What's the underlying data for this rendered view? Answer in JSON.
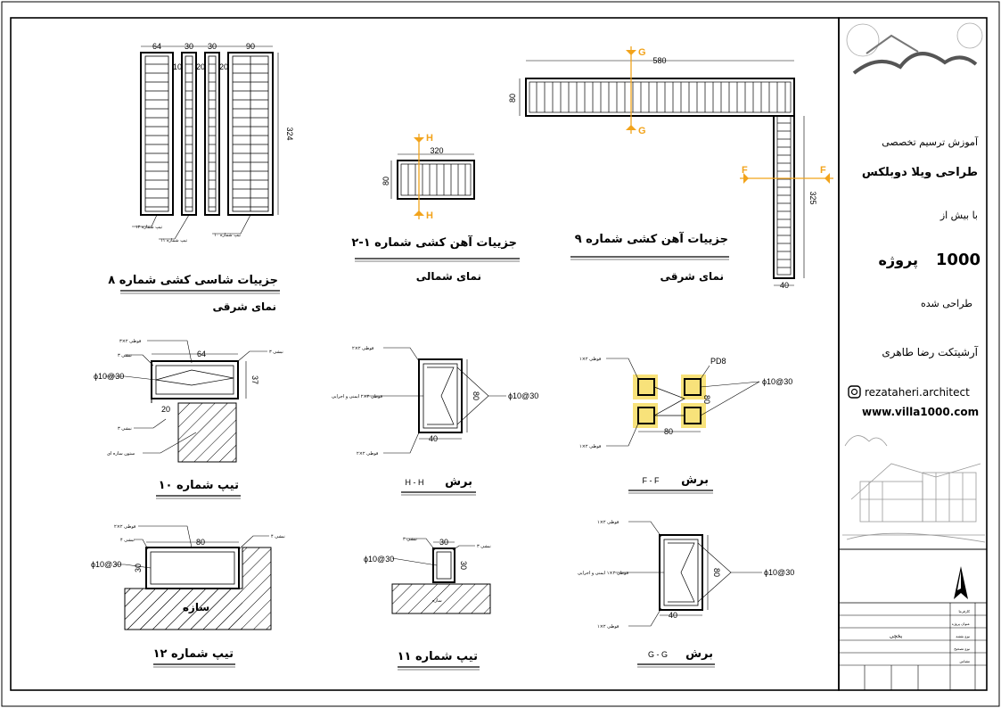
{
  "drawings": {
    "chassis8": {
      "title": "جزییات شاسی کشی شماره ۸",
      "subtitle": "نمای شرقی",
      "dims": [
        "64",
        "30",
        "30",
        "90",
        "324",
        "10",
        "20",
        "20"
      ],
      "labels": [
        "تیپ شماره ۱۲",
        "تیپ شماره ۱۱",
        "تیپ شماره ۱۰"
      ]
    },
    "rebar1_2": {
      "title": "جزییات آهن کشی شماره ۱-۲",
      "subtitle": "نمای شمالی",
      "dims": [
        "320",
        "80"
      ],
      "section": "H"
    },
    "rebar9": {
      "title": "جزییات آهن کشی شماره ۹",
      "subtitle": "نمای شرقی",
      "dims": [
        "580",
        "80",
        "325",
        "40"
      ],
      "sections": [
        "G",
        "F"
      ]
    },
    "tip10": {
      "title": "تیپ شماره ۱۰",
      "dims": [
        "64",
        "37",
        "20"
      ],
      "labels": [
        "قوطی ۲×۳",
        "نبشی ۳",
        "ϕ10@30",
        "نبشی ۳",
        "ستون سازه ای"
      ]
    },
    "secHH": {
      "title": "برش",
      "code": "H - H",
      "dims": [
        "80",
        "40"
      ],
      "labels": [
        "قوطی ۲×۲",
        "قوطی ۲×۲ ایمنی و اجرایی",
        "ϕ10@30",
        "قوطی ۲×۲"
      ]
    },
    "secFF": {
      "title": "برش",
      "code": "F - F",
      "dims": [
        "80",
        "80"
      ],
      "labels": [
        "قوطی ۲×۱",
        "ϕ10@30",
        "قوطی ۲×۱",
        "PD8"
      ]
    },
    "tip12": {
      "title": "تیپ شماره ۱۲",
      "dims": [
        "80",
        "30"
      ],
      "labels": [
        "قوطی ۲×۲",
        "نبشی ۴",
        "نبشی ۴",
        "ϕ10@30",
        "سازه"
      ]
    },
    "tip11": {
      "title": "تیپ شماره ۱۱",
      "dims": [
        "30",
        "30"
      ],
      "labels": [
        "نبشی ۳",
        "نبشی ۳",
        "ϕ10@30",
        "سازه"
      ]
    },
    "secGG": {
      "title": "برش",
      "code": "G - G",
      "dims": [
        "80",
        "40"
      ],
      "labels": [
        "قوطی ۲×۱",
        "قوطی ۲×۱ ایمنی و اجرایی",
        "ϕ10@30",
        "قوطی ۲×۱"
      ]
    }
  },
  "sidebar": {
    "ad_line1": "آموزش ترسیم تخصصی",
    "ad_line2": "طراحی ویلا دوبلکس",
    "ad_line3": "با بیش از",
    "ad_number": "1000",
    "ad_word": "پروژه",
    "ad_line5": "طراحی شده",
    "architect": "آرشیتکت رضا طاهری",
    "instagram": "rezataheri.architect",
    "website": "www.villa1000.com",
    "tb_cell": "یخچی",
    "tb_rows": [
      "کارفرما",
      "عنوان پروژه",
      "نوع نقشه",
      "نوع تصحیح",
      "مقیاس",
      ""
    ],
    "north_icon": "north-arrow-icon",
    "logo_icon": "logo-icon"
  },
  "colors": {
    "section_marker": "#f2a31b",
    "highlight": "#f8e27a",
    "ink": "#000000"
  }
}
